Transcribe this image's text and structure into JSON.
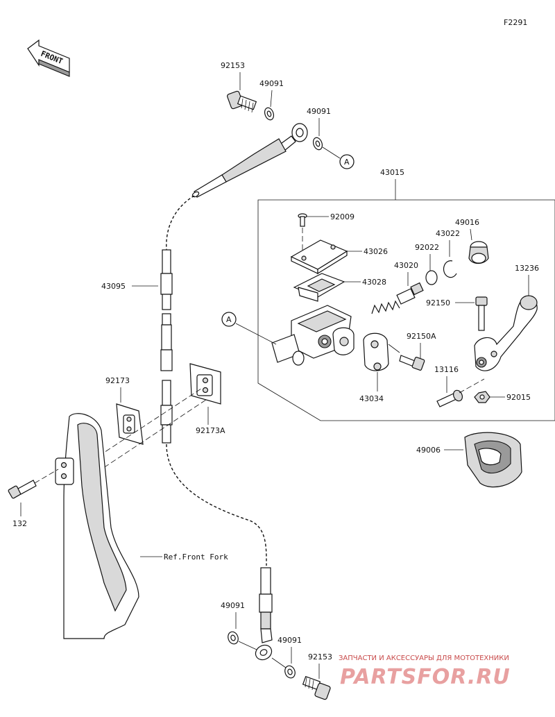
{
  "figure_code": "F2291",
  "front_marker": "FRONT",
  "parts": {
    "p92153_top": "92153",
    "p49091_top_a": "49091",
    "p49091_top_b": "49091",
    "ref_a_top": "A",
    "p43015": "43015",
    "p92009": "92009",
    "p43026": "43026",
    "p43028": "43028",
    "p43020": "43020",
    "p92022": "92022",
    "p43022": "43022",
    "p49016": "49016",
    "p13236": "13236",
    "p92150": "92150",
    "ref_a_left": "A",
    "p92150A": "92150A",
    "p13116": "13116",
    "p43034": "43034",
    "p92015": "92015",
    "p43095": "43095",
    "p92173": "92173",
    "p92173A": "92173A",
    "p49006": "49006",
    "p132": "132",
    "ref_front_fork": "Ref.Front Fork",
    "p49091_bot_a": "49091",
    "p49091_bot_b": "49091",
    "p92153_bot": "92153"
  },
  "watermark": {
    "caption": "ЗАПЧАСТИ И АКСЕССУАРЫ ДЛЯ МОТОТЕХНИКИ",
    "brand": "PARTSFOR.RU"
  }
}
